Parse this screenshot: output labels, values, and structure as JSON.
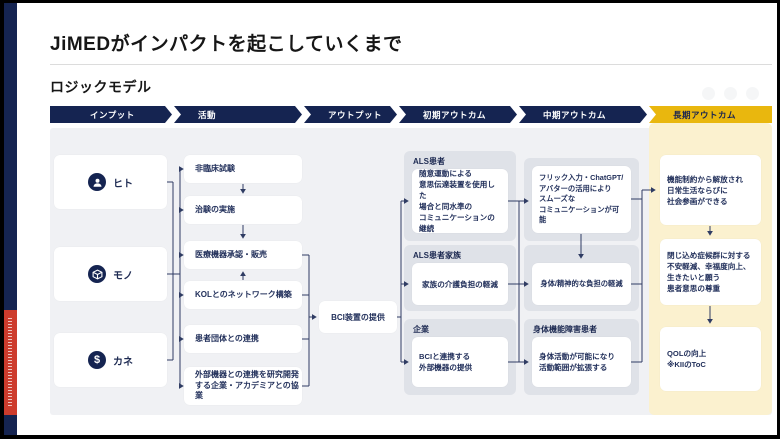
{
  "slide": {
    "title": "JiMEDがインパクトを起こしていくまで",
    "subtitle": "ロジックモデル"
  },
  "header": {
    "items": [
      {
        "label": "インプット"
      },
      {
        "label": "活動"
      },
      {
        "label": "アウトプット"
      },
      {
        "label": "初期アウトカム"
      },
      {
        "label": "中期アウトカム"
      },
      {
        "label": "長期アウトカム"
      }
    ]
  },
  "inputs": {
    "items": [
      {
        "label": "ヒト",
        "icon": "person-icon"
      },
      {
        "label": "モノ",
        "icon": "cube-icon"
      },
      {
        "label": "カネ",
        "icon": "money-icon",
        "glyph": "$"
      }
    ]
  },
  "activities": {
    "items": [
      {
        "text": "非臨床試験"
      },
      {
        "text": "治験の実施"
      },
      {
        "text": "医療機器承認・販売"
      },
      {
        "text": "KOLとのネットワーク構築"
      },
      {
        "text": "患者団体との連携"
      },
      {
        "text": "外部機器との連携を研究開発\nする企業・アカデミアとの協業"
      }
    ]
  },
  "output": {
    "text": "BCI装置の提供"
  },
  "initial_outcomes": {
    "groups": [
      {
        "label": "ALS患者",
        "text": "随意運動による\n意思伝達装置を使用した\n場合と同水準の\nコミュニケーションの継続"
      },
      {
        "label": "ALS患者家族",
        "text": "家族の介護負担の軽減"
      },
      {
        "label": "企業",
        "text": "BCIと連携する\n外部機器の提供"
      }
    ]
  },
  "mid_outcomes": {
    "groups": [
      {
        "label": "",
        "text": "フリック入力・ChatGPT/\nアバターの活用により\nスムーズな\nコミュニケーションが可能"
      },
      {
        "label": "",
        "text": "身体/精神的な負担の軽減"
      },
      {
        "label": "身体機能障害患者",
        "text": "身体活動が可能になり\n活動範囲が拡張する"
      }
    ]
  },
  "long_outcomes": {
    "items": [
      {
        "text": "機能制約から解放され\n日常生活ならびに\n社会参画ができる"
      },
      {
        "text": "閉じ込め症候群に対する\n不安軽減、幸福度向上、\n生きたいと願う\n患者意思の尊重"
      },
      {
        "text": "QOLの向上\n※KIIのToC"
      }
    ]
  },
  "colors": {
    "navy": "#152451",
    "gold": "#e9b70e",
    "light_yellow": "#fbf1cf",
    "panel_gray": "#f0f1f4",
    "group_gray": "#dfe2e8",
    "red_tag": "#cd3c2d",
    "text_navy": "#1d2a52"
  }
}
